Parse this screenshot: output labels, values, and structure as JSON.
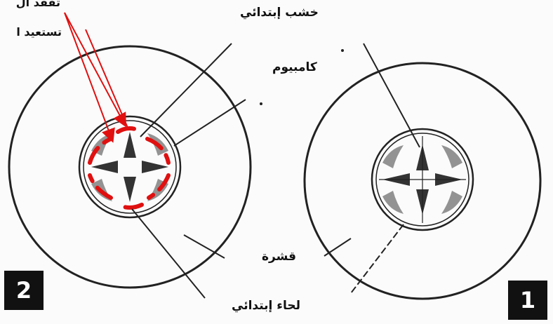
{
  "labels": {
    "primary_xylem": "خشب إبتدائي",
    "cambium": "كامبيوم",
    "cortex": "قشرة",
    "primary_phloem": "لحاء إبتدائي",
    "annotation_line1": "تفقد ال",
    "annotation_line2": "تستعيد ا"
  },
  "badges": {
    "left": "2",
    "right": "1"
  },
  "colors": {
    "ink": "#111111",
    "highlight": "#e01010",
    "badge_bg": "#111111",
    "badge_fg": "#ffffff"
  }
}
